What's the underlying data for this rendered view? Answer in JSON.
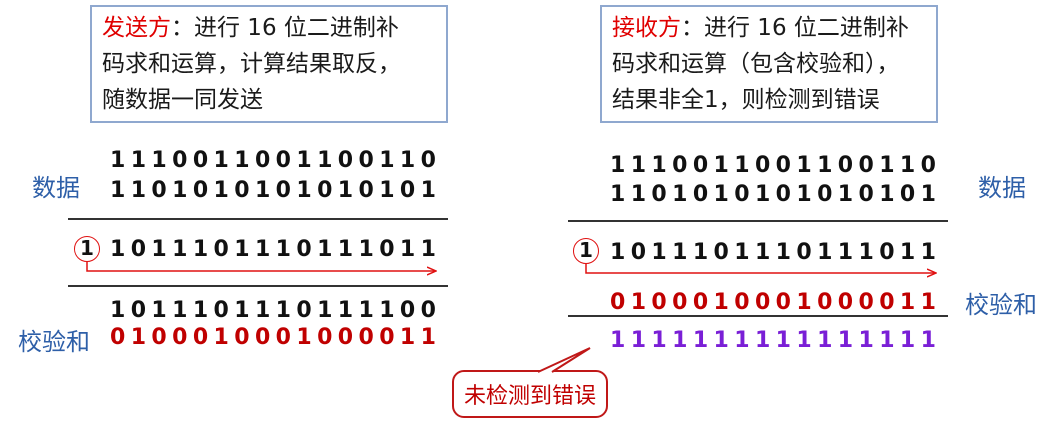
{
  "sender": {
    "role": "发送方",
    "desc_line1": "：进行 16 位二进制补",
    "desc_line2": "码求和运算，计算结果取反，",
    "desc_line3": "随数据一同发送",
    "data_label": "数据",
    "data_row1": "1110011001100110",
    "data_row2": "1101010101010101",
    "carry_digit": "1",
    "sum_row": "1011101110111011",
    "wrapped_sum": "1011101110111100",
    "checksum_label": "校验和",
    "checksum": "0100010001000011"
  },
  "receiver": {
    "role": "接收方",
    "desc_line1": "：进行 16 位二进制补",
    "desc_line2": "码求和运算（包含校验和），",
    "desc_line3": "结果非全1，则检测到错误",
    "data_label": "数据",
    "data_row1": "1110011001100110",
    "data_row2": "1101010101010101",
    "carry_digit": "1",
    "sum_row": "1011101110111011",
    "checksum_label": "校验和",
    "checksum": "0100010001000011",
    "result": "1111111111111111",
    "callout": "未检测到错误"
  },
  "colors": {
    "role_highlight": "#e00000",
    "checksum_bits": "#c00000",
    "result_bits": "#7a1fd6",
    "labels": "#2e5fa8",
    "box_border": "#8fa8cf"
  }
}
